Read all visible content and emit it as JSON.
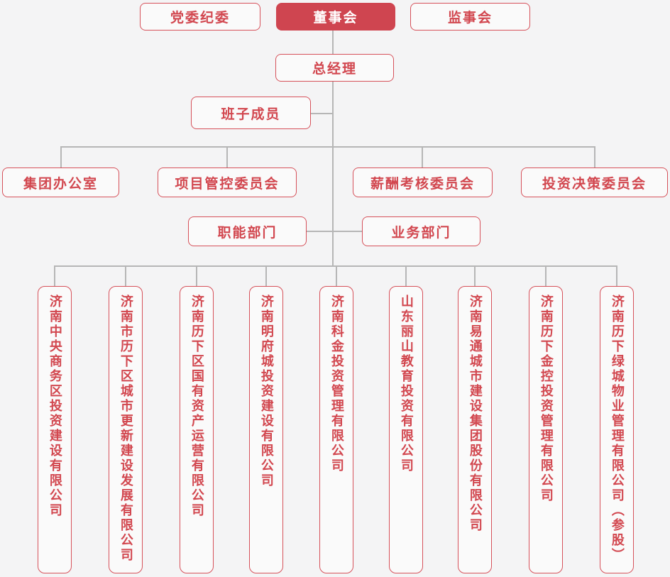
{
  "palette": {
    "background": "#f4f4f5",
    "node_fill": "#fafafa",
    "accent_red_fill": "#cf4550",
    "red_text_border": "#d2474f",
    "connector_gray": "#b6b6b6"
  },
  "org": {
    "top_row": [
      {
        "label": "党委纪委",
        "variant": "outline"
      },
      {
        "label": "董事会",
        "variant": "filled"
      },
      {
        "label": "监事会",
        "variant": "outline"
      }
    ],
    "general_manager": {
      "label": "总经理"
    },
    "team_members": {
      "label": "班子成员"
    },
    "committees": [
      {
        "label": "集团办公室"
      },
      {
        "label": "项目管控委员会"
      },
      {
        "label": "薪酬考核委员会"
      },
      {
        "label": "投资决策委员会"
      }
    ],
    "departments": [
      {
        "label": "职能部门"
      },
      {
        "label": "业务部门"
      }
    ],
    "companies": [
      {
        "name": "济南中央商务区投资建设有限公司"
      },
      {
        "name": "济南市历下区城市更新建设发展有限公司"
      },
      {
        "name": "济南历下区国有资产运营有限公司"
      },
      {
        "name": "济南明府城投资建设有限公司"
      },
      {
        "name": "济南科金投资管理有限公司"
      },
      {
        "name": "山东丽山教育投资有限公司"
      },
      {
        "name": "济南易通城市建设集团股份有限公司"
      },
      {
        "name": "济南历下金控投资管理有限公司"
      },
      {
        "name": "济南历下绿城物业管理有限公司（参股）"
      }
    ]
  }
}
